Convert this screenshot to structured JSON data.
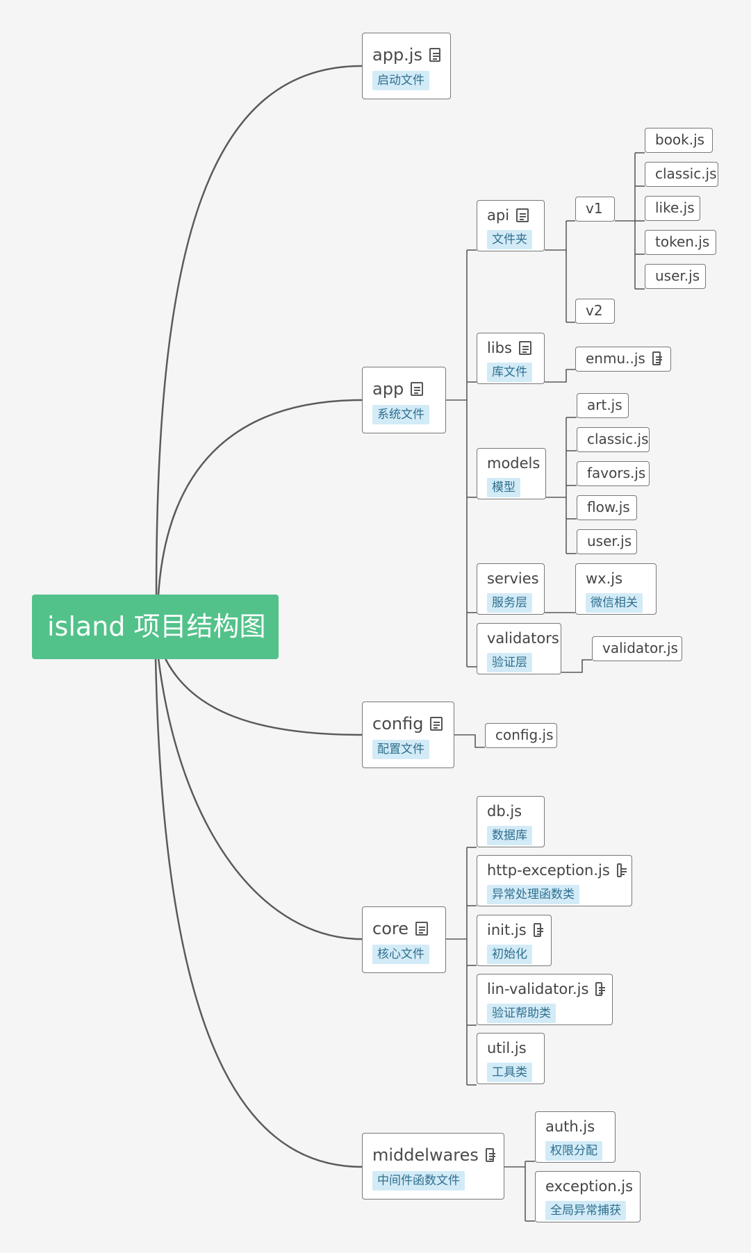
{
  "root": "island 项目结构图",
  "nodes": {
    "appjs": {
      "title": "app.js",
      "tag": "启动文件"
    },
    "app": {
      "title": "app",
      "tag": "系统文件"
    },
    "api": {
      "title": "api",
      "tag": "文件夹"
    },
    "v1": {
      "title": "v1"
    },
    "v2": {
      "title": "v2"
    },
    "bookjs": {
      "title": "book.js"
    },
    "classicjs": {
      "title": "classic.js"
    },
    "likejs": {
      "title": "like.js"
    },
    "tokenjs": {
      "title": "token.js"
    },
    "userjs": {
      "title": "user.js"
    },
    "libs": {
      "title": "libs",
      "tag": "库文件"
    },
    "enmujs": {
      "title": "enmu..js"
    },
    "models": {
      "title": "models",
      "tag": "模型"
    },
    "artjs": {
      "title": "art.js"
    },
    "mclassicjs": {
      "title": "classic.js"
    },
    "favorsjs": {
      "title": "favors.js"
    },
    "flowjs": {
      "title": "flow.js"
    },
    "muserjs": {
      "title": "user.js"
    },
    "servies": {
      "title": "servies",
      "tag": "服务层"
    },
    "wxjs": {
      "title": "wx.js",
      "tag": "微信相关"
    },
    "validators": {
      "title": "validators",
      "tag": "验证层"
    },
    "validatorjs": {
      "title": "validator.js"
    },
    "config": {
      "title": "config",
      "tag": "配置文件"
    },
    "configjs": {
      "title": "config.js"
    },
    "core": {
      "title": "core",
      "tag": "核心文件"
    },
    "dbjs": {
      "title": "db.js",
      "tag": "数据库"
    },
    "httpex": {
      "title": "http-exception.js",
      "tag": "异常处理函数类"
    },
    "initjs": {
      "title": "init.js",
      "tag": "初始化"
    },
    "linval": {
      "title": "lin-validator.js",
      "tag": "验证帮助类"
    },
    "utiljs": {
      "title": "util.js",
      "tag": "工具类"
    },
    "middelwares": {
      "title": "middelwares",
      "tag": "中间件函数文件"
    },
    "authjs": {
      "title": "auth.js",
      "tag": "权限分配"
    },
    "exceptionjs": {
      "title": "exception.js",
      "tag": "全局异常捕获"
    }
  },
  "colors": {
    "root": "#52c28a",
    "tag_bg": "#d3ebf7",
    "tag_text": "#2e6f8e",
    "line": "#555555"
  }
}
